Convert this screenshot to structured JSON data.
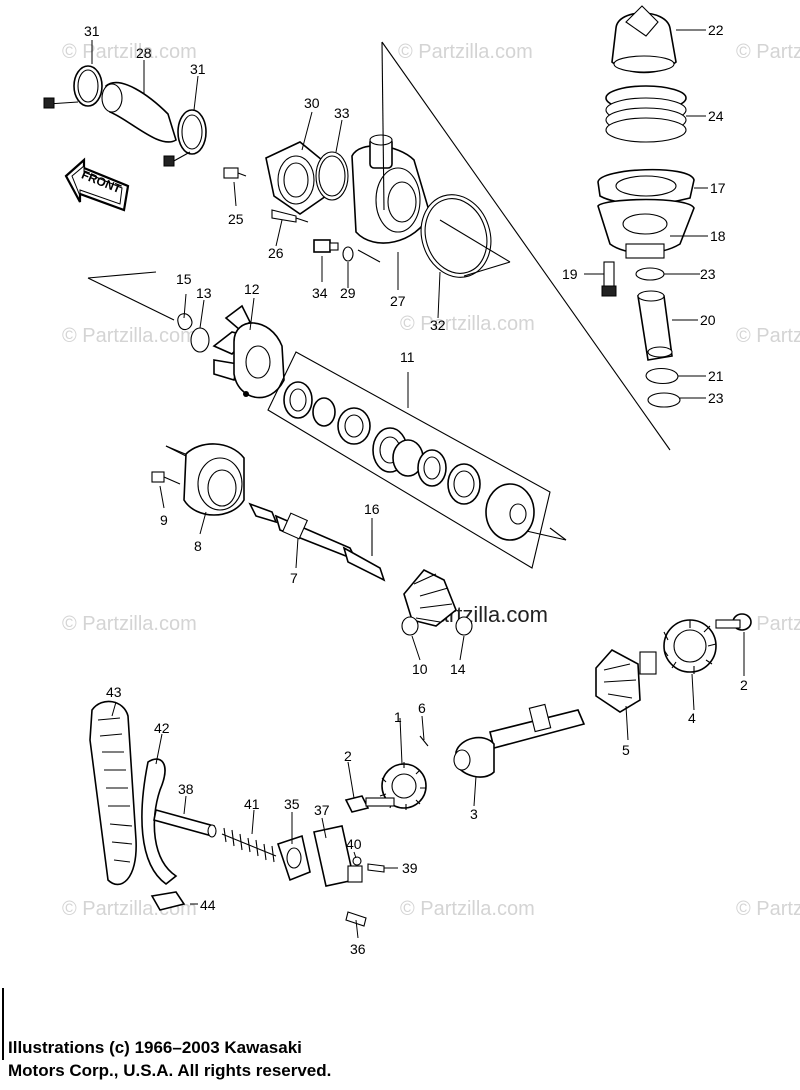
{
  "watermark": {
    "text": "© Partzilla.com",
    "strong_text": "Partzilla.com"
  },
  "front_arrow": {
    "label": "FRONT"
  },
  "labels": {
    "p1": "1",
    "p2a": "2",
    "p2b": "2",
    "p3": "3",
    "p4": "4",
    "p5": "5",
    "p6": "6",
    "p7": "7",
    "p8": "8",
    "p9": "9",
    "p10": "10",
    "p11": "11",
    "p12": "12",
    "p13": "13",
    "p14": "14",
    "p15": "15",
    "p16": "16",
    "p17": "17",
    "p18": "18",
    "p19": "19",
    "p20": "20",
    "p21": "21",
    "p22": "22",
    "p23a": "23",
    "p23b": "23",
    "p24": "24",
    "p25": "25",
    "p26": "26",
    "p27": "27",
    "p28": "28",
    "p29": "29",
    "p30": "30",
    "p31a": "31",
    "p31b": "31",
    "p32": "32",
    "p33": "33",
    "p34": "34",
    "p35": "35",
    "p36": "36",
    "p37": "37",
    "p38": "38",
    "p39": "39",
    "p40": "40",
    "p41": "41",
    "p42": "42",
    "p43": "43",
    "p44": "44"
  },
  "copyright": {
    "line1": "Illustrations (c) 1966–2003 Kawasaki",
    "line2": "Motors Corp., U.S.A.  All rights reserved."
  }
}
